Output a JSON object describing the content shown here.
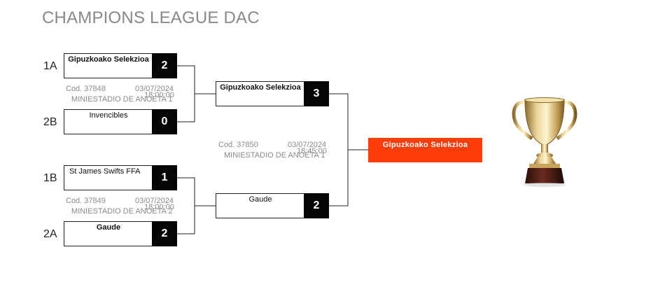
{
  "title": "CHAMPIONS LEAGUE DAC",
  "colors": {
    "winner_bg": "#ff3d0b",
    "score_bg": "#050505",
    "title": "#888888"
  },
  "semifinals": [
    {
      "home": {
        "seed": "1A",
        "name": "Gipuzkoako Selekzioa",
        "score": "2"
      },
      "away": {
        "seed": "2B",
        "name": "Invencibles",
        "score": "0"
      },
      "code": "Cod. 37848",
      "date": "03/07/2024",
      "time": "18:00:00",
      "venue": "MINIESTADIO DE ANOETA 1"
    },
    {
      "home": {
        "seed": "1B",
        "name": "St James Swifts FFA",
        "score": "1"
      },
      "away": {
        "seed": "2A",
        "name": "Gaude",
        "score": "2"
      },
      "code": "Cod. 37849",
      "date": "03/07/2024",
      "time": "18:00:00",
      "venue": "MINIESTADIO DE ANOETA 2"
    }
  ],
  "final": {
    "home": {
      "name": "Gipuzkoako Selekzioa",
      "score": "3"
    },
    "away": {
      "name": "Gaude",
      "score": "2"
    },
    "code": "Cod. 37850",
    "date": "03/07/2024",
    "time": "18:45:00",
    "venue": "MINIESTADIO DE ANOETA 1"
  },
  "champion": "Gipuzkoako Selekzioa",
  "trophy_icon": "trophy-icon"
}
